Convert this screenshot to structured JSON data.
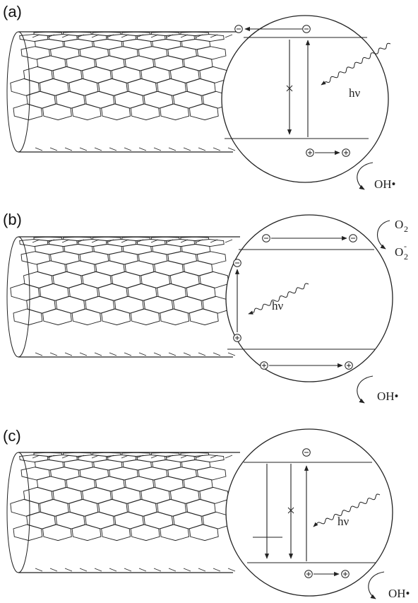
{
  "panels": [
    {
      "label": "(a)",
      "photon": "hν",
      "product": "OH•"
    },
    {
      "label": "(b)",
      "photon": "hν",
      "product": "OH•",
      "o2": "O",
      "o2_sub": "2",
      "o2_anion": "O",
      "o2_anion_sub": "2",
      "o2_anion_sup": "-"
    },
    {
      "label": "(c)",
      "photon": "hν",
      "product": "OH•"
    }
  ],
  "charges": {
    "electron": "⊖",
    "hole": "⊕"
  },
  "colors": {
    "ink": "#222222",
    "background": "#ffffff"
  },
  "icons": [
    "electron-icon",
    "hole-icon",
    "arrow-icon",
    "wavy-photon-icon",
    "curved-reaction-arrow-icon",
    "cross-mark-icon"
  ]
}
